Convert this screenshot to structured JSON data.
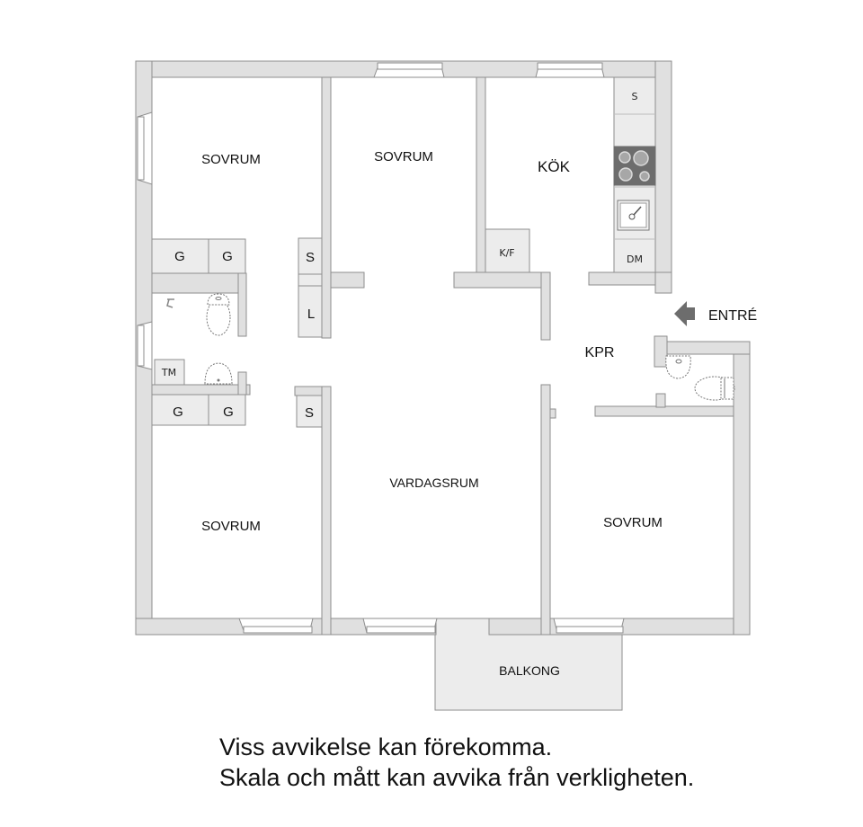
{
  "floorplan": {
    "rooms": {
      "bedroom_top_left": "SOVRUM",
      "bedroom_top_middle": "SOVRUM",
      "kitchen": "KÖK",
      "hallway": "KPR",
      "living_room": "VARDAGSRUM",
      "bedroom_bottom_left": "SOVRUM",
      "bedroom_bottom_right": "SOVRUM",
      "balcony": "BALKONG"
    },
    "entrance": {
      "label": "ENTRÉ",
      "icon": "arrow-left-icon",
      "arrow_color": "#6d6d6d"
    },
    "fixtures": {
      "wardrobe_top_1": "G",
      "wardrobe_top_2": "G",
      "closet_top": "S",
      "linen_closet": "L",
      "washer": "TM",
      "wardrobe_bottom_1": "G",
      "wardrobe_bottom_2": "G",
      "closet_bottom": "S",
      "fridge_freezer": "K/F",
      "kitchen_cabinet": "S",
      "dishwasher": "DM"
    },
    "icons": [
      "stove-icon",
      "kitchen-sink-icon",
      "toilet-icon",
      "washbasin-icon",
      "shower-icon",
      "window-icon"
    ],
    "colors": {
      "wall": "#e0e0e0",
      "wall_outline": "#8e8e8e",
      "fixture": "#ececec",
      "stove": "#6d6d6d"
    }
  },
  "disclaimer": {
    "line1": "Viss avvikelse kan förekomma.",
    "line2": "Skala och mått kan avvika från verkligheten."
  }
}
